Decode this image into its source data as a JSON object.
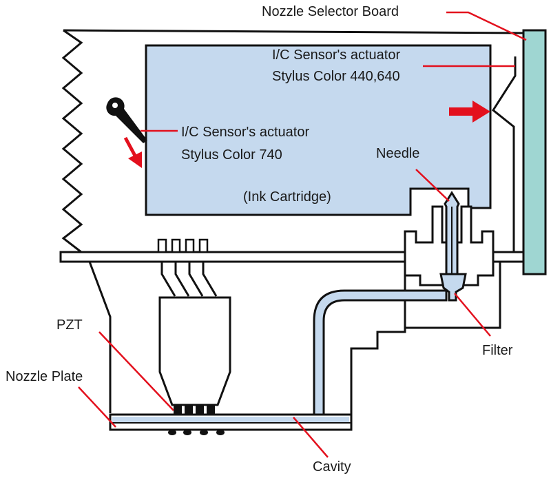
{
  "labels": {
    "nozzle_selector_board": "Nozzle Selector Board",
    "sensor_440_line1": "I/C Sensor's actuator",
    "sensor_440_line2": "Stylus Color 440,640",
    "sensor_740_line1": "I/C Sensor's actuator",
    "sensor_740_line2": "Stylus Color 740",
    "needle": "Needle",
    "ink_cartridge": "(Ink Cartridge)",
    "pzt": "PZT",
    "filter": "Filter",
    "nozzle_plate": "Nozzle Plate",
    "cavity": "Cavity"
  },
  "colors": {
    "cartridge_fill": "#c5d9ee",
    "board_fill": "#9fd6d2",
    "leader_line": "#e3101d",
    "outline": "#111111"
  }
}
